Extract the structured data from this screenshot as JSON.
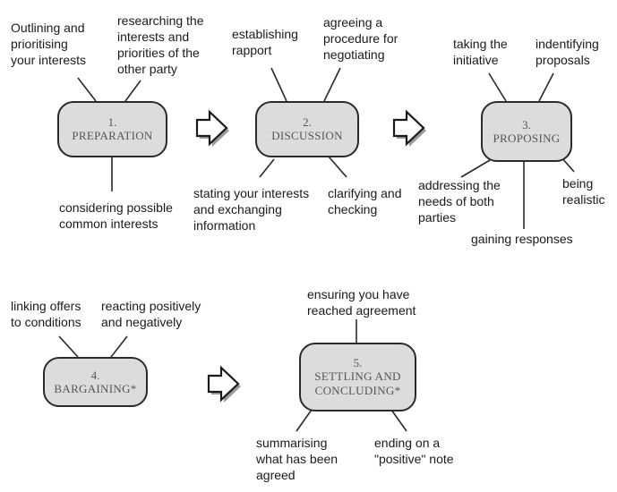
{
  "stages": [
    {
      "number": "1.",
      "name": "PREPARATION",
      "notes": [
        "Outlining and\nprioritising\nyour interests",
        "researching the\ninterests and\npriorities of the\nother party",
        "considering possible\ncommon interests"
      ]
    },
    {
      "number": "2.",
      "name": "DISCUSSION",
      "notes": [
        "establishing\nrapport",
        "agreeing a\nprocedure for\nnegotiating",
        "stating your interests\nand exchanging\ninformation",
        "clarifying and\nchecking"
      ]
    },
    {
      "number": "3.",
      "name": "PROPOSING",
      "notes": [
        "taking the\ninitiative",
        "indentifying\nproposals",
        "addressing the\nneeds of both\nparties",
        "gaining responses",
        "being\nrealistic"
      ]
    },
    {
      "number": "4.",
      "name": "BARGAINING*",
      "notes": [
        "linking offers\nto conditions",
        "reacting positively\nand negatively"
      ]
    },
    {
      "number": "5.",
      "name": "SETTLING AND\nCONCLUDING*",
      "notes": [
        "ensuring you have\nreached agreement",
        "summarising\nwhat has been\nagreed",
        "ending on a\n\"positive\" note"
      ]
    }
  ]
}
